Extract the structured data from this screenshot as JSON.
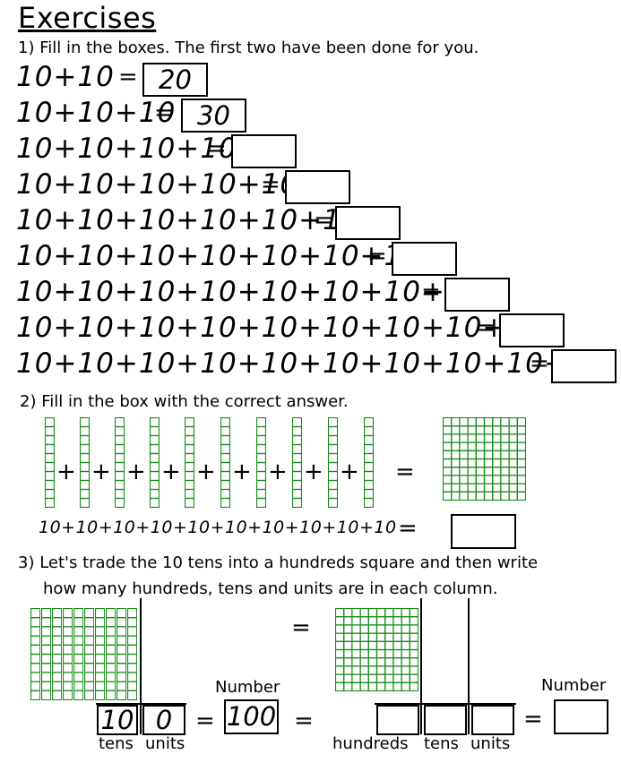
{
  "title": "Exercises",
  "q1": {
    "instruction": "1) Fill in the boxes. The first two have been done for you.",
    "rows": [
      {
        "expr": "10+10",
        "eq": "=",
        "answer": "20"
      },
      {
        "expr": "10+10+10",
        "eq": "=",
        "answer": "30"
      },
      {
        "expr": "10+10+10+10",
        "eq": "=",
        "answer": ""
      },
      {
        "expr": "10+10+10+10+10",
        "eq": "=",
        "answer": ""
      },
      {
        "expr": "10+10+10+10+10+10",
        "eq": "=",
        "answer": ""
      },
      {
        "expr": "10+10+10+10+10+10+10",
        "eq": "=",
        "answer": ""
      },
      {
        "expr": "10+10+10+10+10+10+10+10",
        "eq": "=",
        "answer": ""
      },
      {
        "expr": "10+10+10+10+10+10+10+10+10",
        "eq": "=",
        "answer": ""
      },
      {
        "expr": "10+10+10+10+10+10+10+10+10+10",
        "eq": "=",
        "answer": ""
      }
    ]
  },
  "q2": {
    "instruction": "2) Fill in the box with the correct answer.",
    "plus": "+",
    "equals": "=",
    "expr": "10+10+10+10+10+10+10+10+10+10",
    "expr_equals": "=",
    "answer": ""
  },
  "q3": {
    "instruction_line1": "3) Let's trade the 10 tens into a hundreds square and then write",
    "instruction_line2": "how many hundreds, tens and units are in each column.",
    "equals_top": "=",
    "left": {
      "tens_value": "10",
      "units_value": "0",
      "tens_label": "tens",
      "units_label": "units",
      "equals": "=",
      "number_label": "Number",
      "number_value": "100",
      "equals2": "="
    },
    "right": {
      "hundreds_label": "hundreds",
      "tens_label": "tens",
      "units_label": "units",
      "equals": "=",
      "number_label": "Number",
      "hundreds_value": "",
      "tens_value": "",
      "units_value": "",
      "number_value": ""
    }
  },
  "colors": {
    "block_green": "#1a8a1a"
  }
}
